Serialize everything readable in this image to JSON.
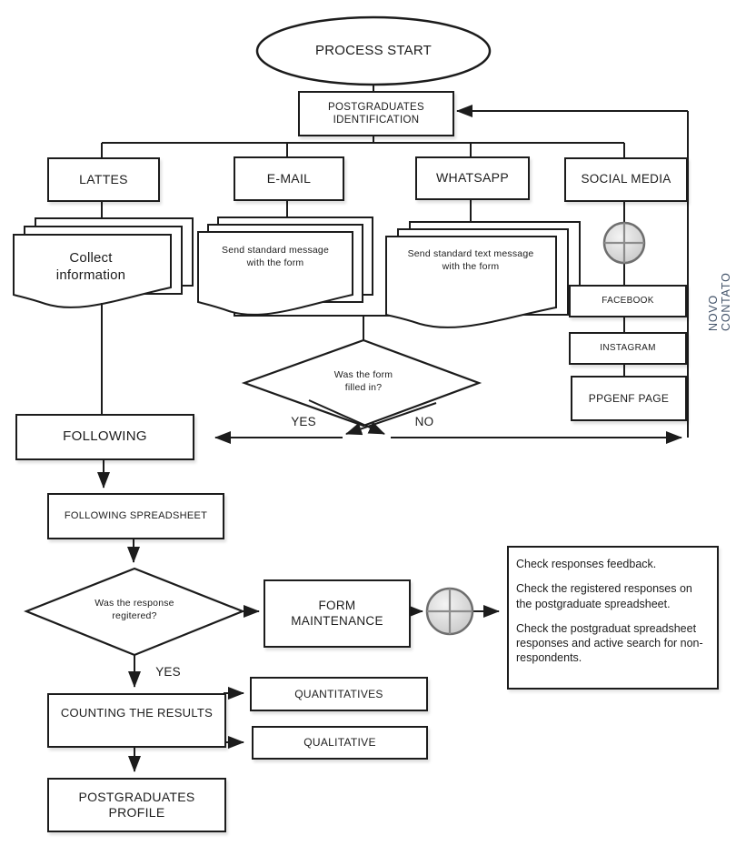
{
  "colors": {
    "line": "#1c1c1c",
    "novo_contato_text": "#44546a",
    "junction_fill_light": "#f2f2f2",
    "junction_fill_dark": "#c7c7c7",
    "junction_stroke": "#6e6e6e"
  },
  "nodes": {
    "process_start": "PROCESS START",
    "postgraduates_identification": "POSTGRADUATES IDENTIFICATION",
    "lattes": "LATTES",
    "email": "E-MAIL",
    "whatsapp": "WHATSAPP",
    "social_media": "SOCIAL MEDIA",
    "collect_information": "Collect information",
    "send_standard_message": "Send standard message with the form",
    "send_standard_text": "Send standard text message with the form",
    "form_filled_question": "Was the form filled in?",
    "yes_label": "YES",
    "no_label": "NO",
    "following": "FOLLOWING",
    "following_spreadsheet": "FOLLOWING SPREADSHEET",
    "facebook": "FACEBOOK",
    "instagram": "INSTAGRAM",
    "ppgenf_page": "PPGENF PAGE",
    "novo_contato": "NOVO CONTATO",
    "response_registered_question": "Was the response regitered?",
    "yes_label2": "YES",
    "form_maintenance": "FORM MAINTENANCE",
    "check_notes": [
      "Check responses feedback.",
      "Check the registered responses on the postgraduate spreadsheet.",
      "Check the postgraduat spreadsheet responses and active search for non-respondents."
    ],
    "counting_results": "COUNTING THE RESULTS",
    "quantitatives": "QUANTITATIVES",
    "qualitative": "QUALITATIVE",
    "postgraduates_profile": "POSTGRADUATES PROFILE"
  }
}
